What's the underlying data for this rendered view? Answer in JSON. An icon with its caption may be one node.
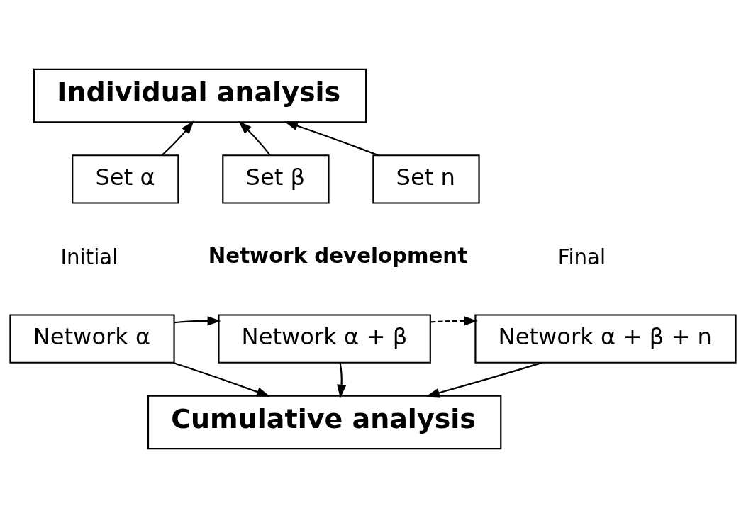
{
  "diagram": {
    "nodes": [
      {
        "text": [
          "Individual analysis"
        ]
      },
      {
        "text": [
          "Set α"
        ]
      },
      {
        "text": [
          "Set β"
        ]
      },
      {
        "text": [
          "Set n"
        ]
      },
      {
        "text": [
          "Network α"
        ]
      },
      {
        "text": [
          "Network α + β"
        ]
      },
      {
        "text": [
          "Network α + β + n"
        ]
      },
      {
        "text": [
          "Cumulative analysis"
        ]
      }
    ],
    "edges": [
      {
        "from": 1,
        "to": 0,
        "arrow": "to"
      },
      {
        "from": 2,
        "to": 0,
        "arrow": "to"
      },
      {
        "from": 3,
        "to": 0,
        "arrow": "to"
      },
      {
        "from": 4,
        "to": 5,
        "arrow": "to"
      },
      {
        "from": 5,
        "to": 6,
        "arrow": "to",
        "style": "dashed"
      },
      {
        "from": 4,
        "to": 7,
        "arrow": "to"
      },
      {
        "from": 5,
        "to": 7,
        "arrow": "to"
      },
      {
        "from": 6,
        "to": 7,
        "arrow": "to"
      }
    ],
    "labels": [
      "Initial",
      "Network development",
      "Final"
    ]
  }
}
